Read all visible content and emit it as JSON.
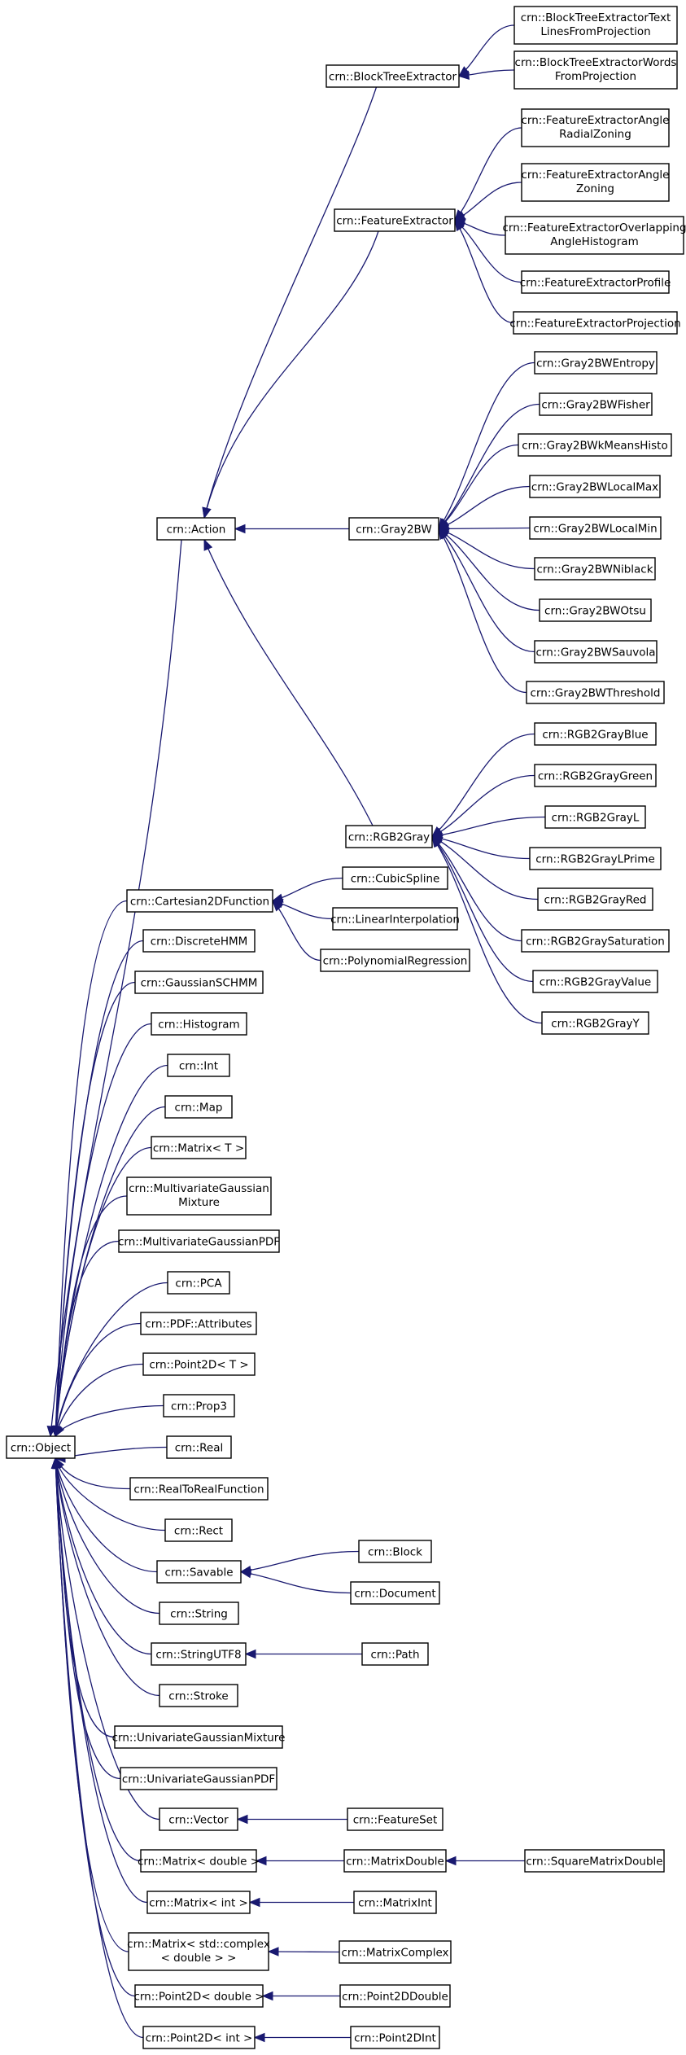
{
  "diagram": {
    "type": "class-inheritance-graph",
    "edge_color": "#191970",
    "nodes": [
      {
        "id": "bte",
        "label": [
          "crn::BlockTreeExtractor"
        ]
      },
      {
        "id": "btetl",
        "label": [
          "crn::BlockTreeExtractorText",
          "LinesFromProjection"
        ]
      },
      {
        "id": "btew",
        "label": [
          "crn::BlockTreeExtractorWords",
          "FromProjection"
        ]
      },
      {
        "id": "fe",
        "label": [
          "crn::FeatureExtractor"
        ]
      },
      {
        "id": "fear",
        "label": [
          "crn::FeatureExtractorAngle",
          "RadialZoning"
        ]
      },
      {
        "id": "fea",
        "label": [
          "crn::FeatureExtractorAngle",
          "Zoning"
        ]
      },
      {
        "id": "feo",
        "label": [
          "crn::FeatureExtractorOverlapping",
          "AngleHistogram"
        ]
      },
      {
        "id": "fep",
        "label": [
          "crn::FeatureExtractorProfile"
        ]
      },
      {
        "id": "fepr",
        "label": [
          "crn::FeatureExtractorProjection"
        ]
      },
      {
        "id": "action",
        "label": [
          "crn::Action"
        ]
      },
      {
        "id": "g2bw",
        "label": [
          "crn::Gray2BW"
        ]
      },
      {
        "id": "g2bwe",
        "label": [
          "crn::Gray2BWEntropy"
        ]
      },
      {
        "id": "g2bwf",
        "label": [
          "crn::Gray2BWFisher"
        ]
      },
      {
        "id": "g2bwk",
        "label": [
          "crn::Gray2BWkMeansHisto"
        ]
      },
      {
        "id": "g2bwlmax",
        "label": [
          "crn::Gray2BWLocalMax"
        ]
      },
      {
        "id": "g2bwlmin",
        "label": [
          "crn::Gray2BWLocalMin"
        ]
      },
      {
        "id": "g2bwn",
        "label": [
          "crn::Gray2BWNiblack"
        ]
      },
      {
        "id": "g2bwo",
        "label": [
          "crn::Gray2BWOtsu"
        ]
      },
      {
        "id": "g2bws",
        "label": [
          "crn::Gray2BWSauvola"
        ]
      },
      {
        "id": "g2bwt",
        "label": [
          "crn::Gray2BWThreshold"
        ]
      },
      {
        "id": "rgb2g",
        "label": [
          "crn::RGB2Gray"
        ]
      },
      {
        "id": "rgbb",
        "label": [
          "crn::RGB2GrayBlue"
        ]
      },
      {
        "id": "rgbg",
        "label": [
          "crn::RGB2GrayGreen"
        ]
      },
      {
        "id": "rgbl",
        "label": [
          "crn::RGB2GrayL"
        ]
      },
      {
        "id": "rgblp",
        "label": [
          "crn::RGB2GrayLPrime"
        ]
      },
      {
        "id": "rgbr",
        "label": [
          "crn::RGB2GrayRed"
        ]
      },
      {
        "id": "rgbs",
        "label": [
          "crn::RGB2GraySaturation"
        ]
      },
      {
        "id": "rgbv",
        "label": [
          "crn::RGB2GrayValue"
        ]
      },
      {
        "id": "rgby",
        "label": [
          "crn::RGB2GrayY"
        ]
      },
      {
        "id": "c2d",
        "label": [
          "crn::Cartesian2DFunction"
        ]
      },
      {
        "id": "cspl",
        "label": [
          "crn::CubicSpline"
        ]
      },
      {
        "id": "linint",
        "label": [
          "crn::LinearInterpolation"
        ]
      },
      {
        "id": "polyreg",
        "label": [
          "crn::PolynomialRegression"
        ]
      },
      {
        "id": "dhmm",
        "label": [
          "crn::DiscreteHMM"
        ]
      },
      {
        "id": "gschmm",
        "label": [
          "crn::GaussianSCHMM"
        ]
      },
      {
        "id": "hist",
        "label": [
          "crn::Histogram"
        ]
      },
      {
        "id": "int",
        "label": [
          "crn::Int"
        ]
      },
      {
        "id": "map",
        "label": [
          "crn::Map"
        ]
      },
      {
        "id": "matT",
        "label": [
          "crn::Matrix< T >"
        ]
      },
      {
        "id": "mgm",
        "label": [
          "crn::MultivariateGaussian",
          "Mixture"
        ]
      },
      {
        "id": "mgpdf",
        "label": [
          "crn::MultivariateGaussianPDF"
        ]
      },
      {
        "id": "pca",
        "label": [
          "crn::PCA"
        ]
      },
      {
        "id": "pdfattr",
        "label": [
          "crn::PDF::Attributes"
        ]
      },
      {
        "id": "p2dT",
        "label": [
          "crn::Point2D< T >"
        ]
      },
      {
        "id": "prop3",
        "label": [
          "crn::Prop3"
        ]
      },
      {
        "id": "object",
        "label": [
          "crn::Object"
        ]
      },
      {
        "id": "real",
        "label": [
          "crn::Real"
        ]
      },
      {
        "id": "r2rf",
        "label": [
          "crn::RealToRealFunction"
        ]
      },
      {
        "id": "rect",
        "label": [
          "crn::Rect"
        ]
      },
      {
        "id": "savable",
        "label": [
          "crn::Savable"
        ]
      },
      {
        "id": "block",
        "label": [
          "crn::Block"
        ]
      },
      {
        "id": "document",
        "label": [
          "crn::Document"
        ]
      },
      {
        "id": "string",
        "label": [
          "crn::String"
        ]
      },
      {
        "id": "sutf8",
        "label": [
          "crn::StringUTF8"
        ]
      },
      {
        "id": "path",
        "label": [
          "crn::Path"
        ]
      },
      {
        "id": "stroke",
        "label": [
          "crn::Stroke"
        ]
      },
      {
        "id": "ugm",
        "label": [
          "crn::UnivariateGaussianMixture"
        ]
      },
      {
        "id": "ugpdf",
        "label": [
          "crn::UnivariateGaussianPDF"
        ]
      },
      {
        "id": "vector",
        "label": [
          "crn::Vector"
        ]
      },
      {
        "id": "fset",
        "label": [
          "crn::FeatureSet"
        ]
      },
      {
        "id": "matd",
        "label": [
          "crn::Matrix< double >"
        ]
      },
      {
        "id": "mdouble",
        "label": [
          "crn::MatrixDouble"
        ]
      },
      {
        "id": "smd",
        "label": [
          "crn::SquareMatrixDouble"
        ]
      },
      {
        "id": "mati",
        "label": [
          "crn::Matrix< int >"
        ]
      },
      {
        "id": "mint",
        "label": [
          "crn::MatrixInt"
        ]
      },
      {
        "id": "matc",
        "label": [
          "crn::Matrix< std::complex",
          "< double > >"
        ]
      },
      {
        "id": "mcomplex",
        "label": [
          "crn::MatrixComplex"
        ]
      },
      {
        "id": "p2dd",
        "label": [
          "crn::Point2D< double >"
        ]
      },
      {
        "id": "p2ddouble",
        "label": [
          "crn::Point2DDouble"
        ]
      },
      {
        "id": "p2di",
        "label": [
          "crn::Point2D< int >"
        ]
      },
      {
        "id": "p2dint",
        "label": [
          "crn::Point2DInt"
        ]
      }
    ],
    "edges": [
      [
        "bte",
        "btetl"
      ],
      [
        "bte",
        "btew"
      ],
      [
        "fe",
        "fear"
      ],
      [
        "fe",
        "fea"
      ],
      [
        "fe",
        "feo"
      ],
      [
        "fe",
        "fep"
      ],
      [
        "fe",
        "fepr"
      ],
      [
        "action",
        "bte"
      ],
      [
        "action",
        "fe"
      ],
      [
        "action",
        "g2bw"
      ],
      [
        "action",
        "rgb2g"
      ],
      [
        "g2bw",
        "g2bwe"
      ],
      [
        "g2bw",
        "g2bwf"
      ],
      [
        "g2bw",
        "g2bwk"
      ],
      [
        "g2bw",
        "g2bwlmax"
      ],
      [
        "g2bw",
        "g2bwlmin"
      ],
      [
        "g2bw",
        "g2bwn"
      ],
      [
        "g2bw",
        "g2bwo"
      ],
      [
        "g2bw",
        "g2bws"
      ],
      [
        "g2bw",
        "g2bwt"
      ],
      [
        "rgb2g",
        "rgbb"
      ],
      [
        "rgb2g",
        "rgbg"
      ],
      [
        "rgb2g",
        "rgbl"
      ],
      [
        "rgb2g",
        "rgblp"
      ],
      [
        "rgb2g",
        "rgbr"
      ],
      [
        "rgb2g",
        "rgbs"
      ],
      [
        "rgb2g",
        "rgbv"
      ],
      [
        "rgb2g",
        "rgby"
      ],
      [
        "c2d",
        "cspl"
      ],
      [
        "c2d",
        "linint"
      ],
      [
        "c2d",
        "polyreg"
      ],
      [
        "object",
        "action"
      ],
      [
        "object",
        "c2d"
      ],
      [
        "object",
        "dhmm"
      ],
      [
        "object",
        "gschmm"
      ],
      [
        "object",
        "hist"
      ],
      [
        "object",
        "int"
      ],
      [
        "object",
        "map"
      ],
      [
        "object",
        "matT"
      ],
      [
        "object",
        "mgm"
      ],
      [
        "object",
        "mgpdf"
      ],
      [
        "object",
        "pca"
      ],
      [
        "object",
        "pdfattr"
      ],
      [
        "object",
        "p2dT"
      ],
      [
        "object",
        "prop3"
      ],
      [
        "object",
        "real"
      ],
      [
        "object",
        "r2rf"
      ],
      [
        "object",
        "rect"
      ],
      [
        "object",
        "savable"
      ],
      [
        "object",
        "string"
      ],
      [
        "object",
        "sutf8"
      ],
      [
        "object",
        "stroke"
      ],
      [
        "object",
        "ugm"
      ],
      [
        "object",
        "ugpdf"
      ],
      [
        "object",
        "vector"
      ],
      [
        "object",
        "matd"
      ],
      [
        "object",
        "mati"
      ],
      [
        "object",
        "matc"
      ],
      [
        "object",
        "p2dd"
      ],
      [
        "object",
        "p2di"
      ],
      [
        "savable",
        "block"
      ],
      [
        "savable",
        "document"
      ],
      [
        "sutf8",
        "path"
      ],
      [
        "vector",
        "fset"
      ],
      [
        "matd",
        "mdouble"
      ],
      [
        "mdouble",
        "smd"
      ],
      [
        "mati",
        "mint"
      ],
      [
        "matc",
        "mcomplex"
      ],
      [
        "p2dd",
        "p2ddouble"
      ],
      [
        "p2di",
        "p2dint"
      ]
    ]
  }
}
